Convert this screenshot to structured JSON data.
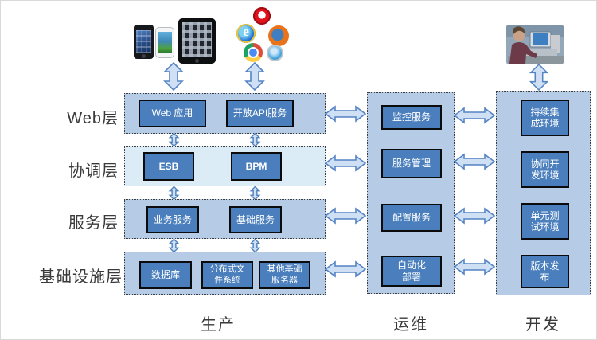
{
  "colors": {
    "layer_bg": "#b6cbe5",
    "coordination_bg": "#dcecf6",
    "node_bg": "#4a7ebc",
    "node_border": "#0b0b0b",
    "arrow_fill": "#cfdff4",
    "arrow_stroke": "#5484c4",
    "label_text": "#3a3a3a",
    "node_text": "#ffffff"
  },
  "top_icons": {
    "devices": [
      "iphone",
      "android-phone",
      "ipad"
    ],
    "browsers": [
      "opera",
      "internet-explorer",
      "firefox",
      "chrome",
      "safari"
    ],
    "developer_photo": "developer-at-computer"
  },
  "layer_labels": [
    "Web层",
    "协调层",
    "服务层",
    "基础设施层"
  ],
  "production": {
    "label": "生产",
    "web_items": [
      "Web 应用",
      "开放API服务"
    ],
    "coordination_items": [
      "ESB",
      "BPM"
    ],
    "service_items": [
      "业务服务",
      "基础服务"
    ],
    "infra_items": [
      "数据库",
      "分布式文件系统",
      "其他基础服务器"
    ]
  },
  "operations": {
    "label": "运维",
    "items": [
      "监控服务",
      "服务管理",
      "配置服务",
      "自动化部署"
    ]
  },
  "development": {
    "label": "开发",
    "items": [
      "持续集成环境",
      "协同开发环境",
      "单元测试环境",
      "版本发布"
    ]
  }
}
